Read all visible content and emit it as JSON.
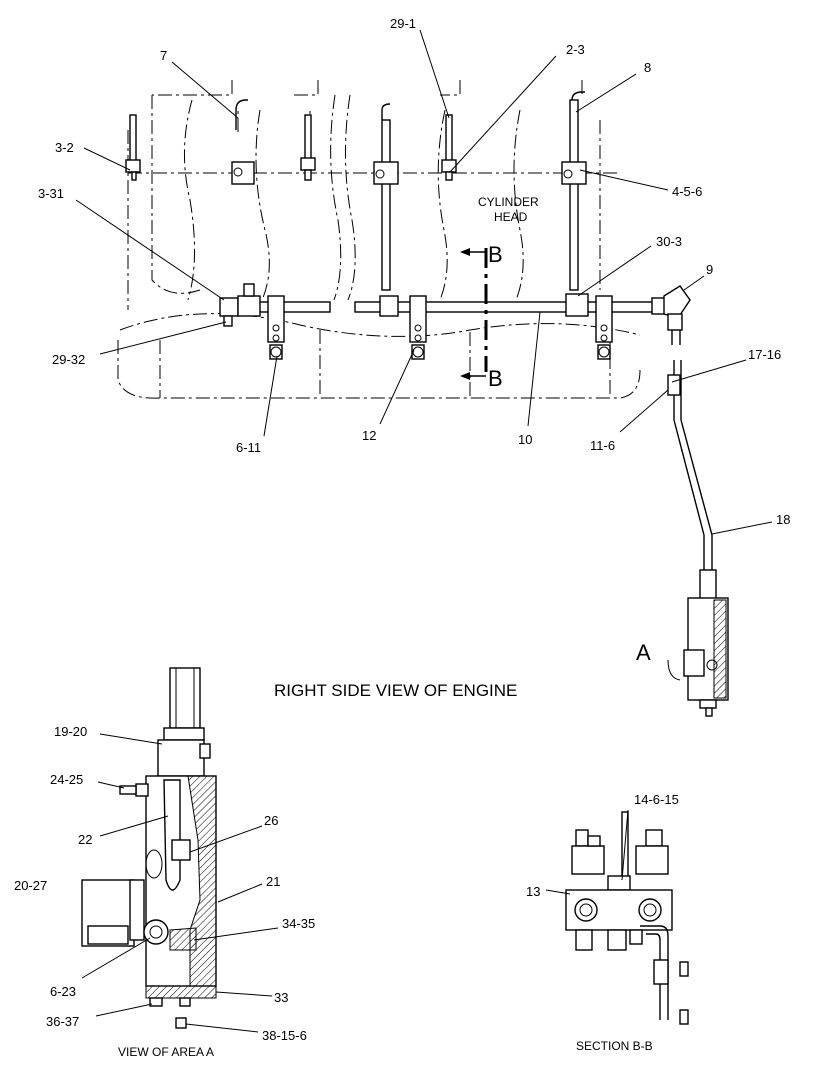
{
  "callouts": {
    "c29_1": "29-1",
    "c2_3": "2-3",
    "c7": "7",
    "c8": "8",
    "c3_2": "3-2",
    "c4_5_6": "4-5-6",
    "c3_31": "3-31",
    "c30_3": "30-3",
    "c9": "9",
    "c17_16": "17-16",
    "c29_32": "29-32",
    "c6_11": "6-11",
    "c12": "12",
    "c10": "10",
    "c11_6": "11-6",
    "c18": "18",
    "c19_20": "19-20",
    "c24_25": "24-25",
    "c22": "22",
    "c26": "26",
    "c20_27": "20-27",
    "c21": "21",
    "c34_35": "34-35",
    "c6_23": "6-23",
    "c33": "33",
    "c36_37": "36-37",
    "c38_15_6": "38-15-6",
    "c14_6_15": "14-6-15",
    "c13": "13"
  },
  "labels": {
    "cylinder_head_line1": "CYLINDER",
    "cylinder_head_line2": "HEAD",
    "section_marker_top": "B",
    "section_marker_bottom": "B",
    "area_marker": "A",
    "main_view_title": "RIGHT SIDE VIEW OF ENGINE",
    "detail_a_title": "VIEW OF AREA  A",
    "section_b_title": "SECTION B-B"
  }
}
